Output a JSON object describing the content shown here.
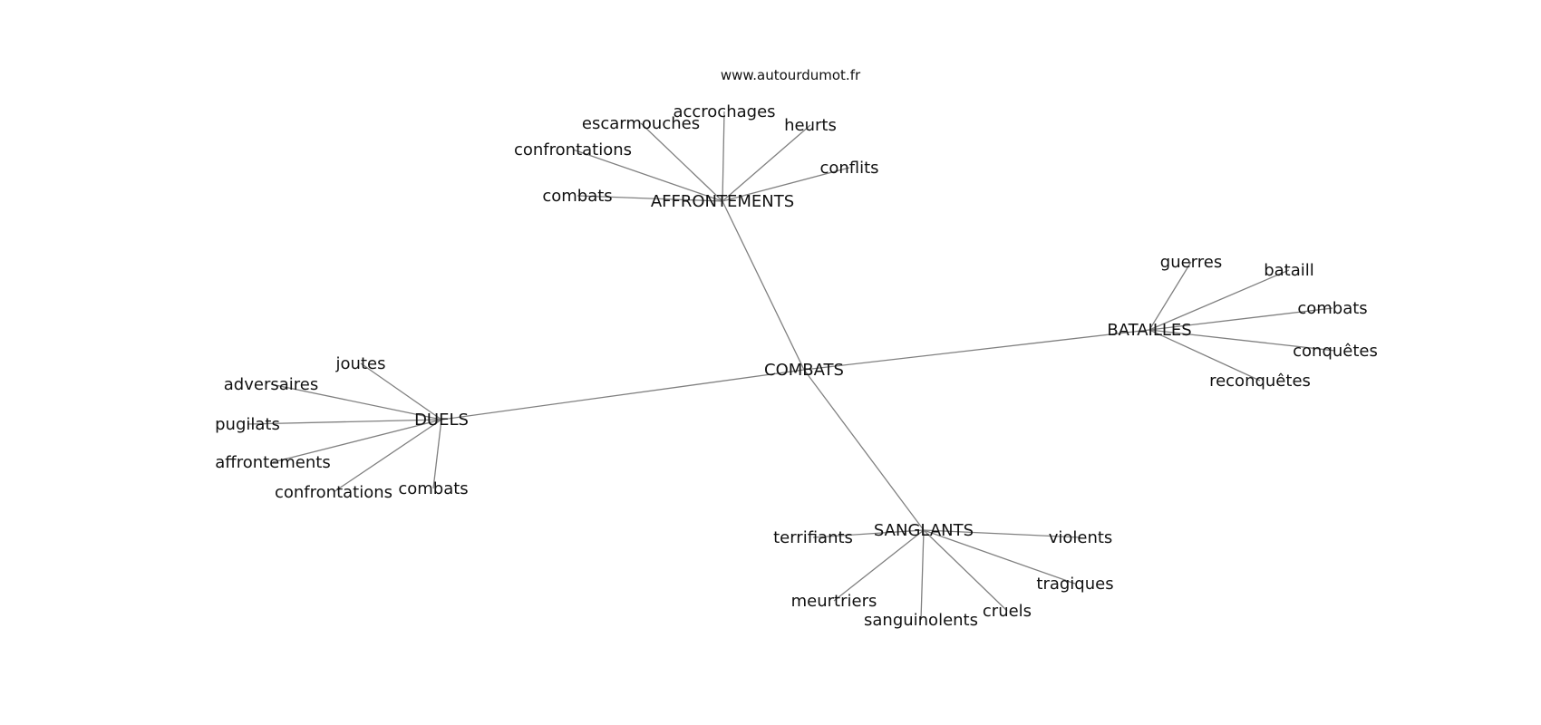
{
  "source": "www.autourdumot.fr",
  "center": {
    "id": "combats_center",
    "label": "COMBATS"
  },
  "clusters": [
    {
      "id": "affrontements",
      "label": "AFFRONTEMENTS",
      "words": [
        "accrochages",
        "escarmouches",
        "heurts",
        "confrontations",
        "conflits",
        "combats"
      ]
    },
    {
      "id": "batailles",
      "label": "BATAILLES",
      "words": [
        "guerres",
        "bataill",
        "combats",
        "conquêtes",
        "reconquêtes"
      ]
    },
    {
      "id": "duels",
      "label": "DUELS",
      "words": [
        "joutes",
        "adversaires",
        "pugilats",
        "affrontements",
        "confrontations",
        "combats"
      ]
    },
    {
      "id": "sanglants",
      "label": "SANGLANTS",
      "words": [
        "terrifiants",
        "violents",
        "tragiques",
        "meurtriers",
        "sanguinolents",
        "cruels"
      ]
    }
  ]
}
